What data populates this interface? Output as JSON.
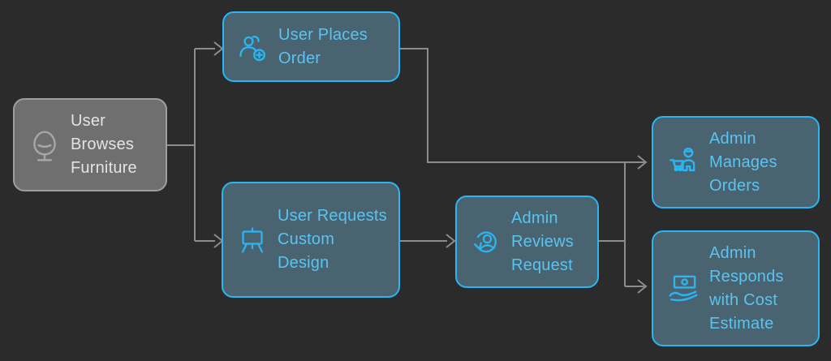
{
  "diagram": {
    "type": "flowchart",
    "background": "#2b2b2b",
    "colors": {
      "node_fill": "#4a6370",
      "node_border": "#29b6f2",
      "node_text": "#58c4f1",
      "start_node_fill": "#6f6f6f",
      "start_node_border": "#9e9e9e",
      "start_node_text": "#e3e3e3",
      "edge_line": "#8c8c8c"
    },
    "nodes": [
      {
        "id": "browse",
        "label": "User Browses Furniture",
        "icon": "egg-chair-icon"
      },
      {
        "id": "order",
        "label": "User Places Order",
        "icon": "add-user-icon"
      },
      {
        "id": "custom",
        "label": "User Requests Custom Design",
        "icon": "easel-icon"
      },
      {
        "id": "review",
        "label": "Admin Reviews Request",
        "icon": "review-user-icon"
      },
      {
        "id": "manage",
        "label": "Admin Manages Orders",
        "icon": "admin-cart-icon"
      },
      {
        "id": "respond",
        "label": "Admin Responds with Cost Estimate",
        "icon": "money-hand-icon"
      }
    ],
    "edges": [
      {
        "from": "browse",
        "to": "order"
      },
      {
        "from": "browse",
        "to": "custom"
      },
      {
        "from": "order",
        "to": "manage"
      },
      {
        "from": "custom",
        "to": "review"
      },
      {
        "from": "review",
        "to": "manage"
      },
      {
        "from": "review",
        "to": "respond"
      }
    ]
  }
}
